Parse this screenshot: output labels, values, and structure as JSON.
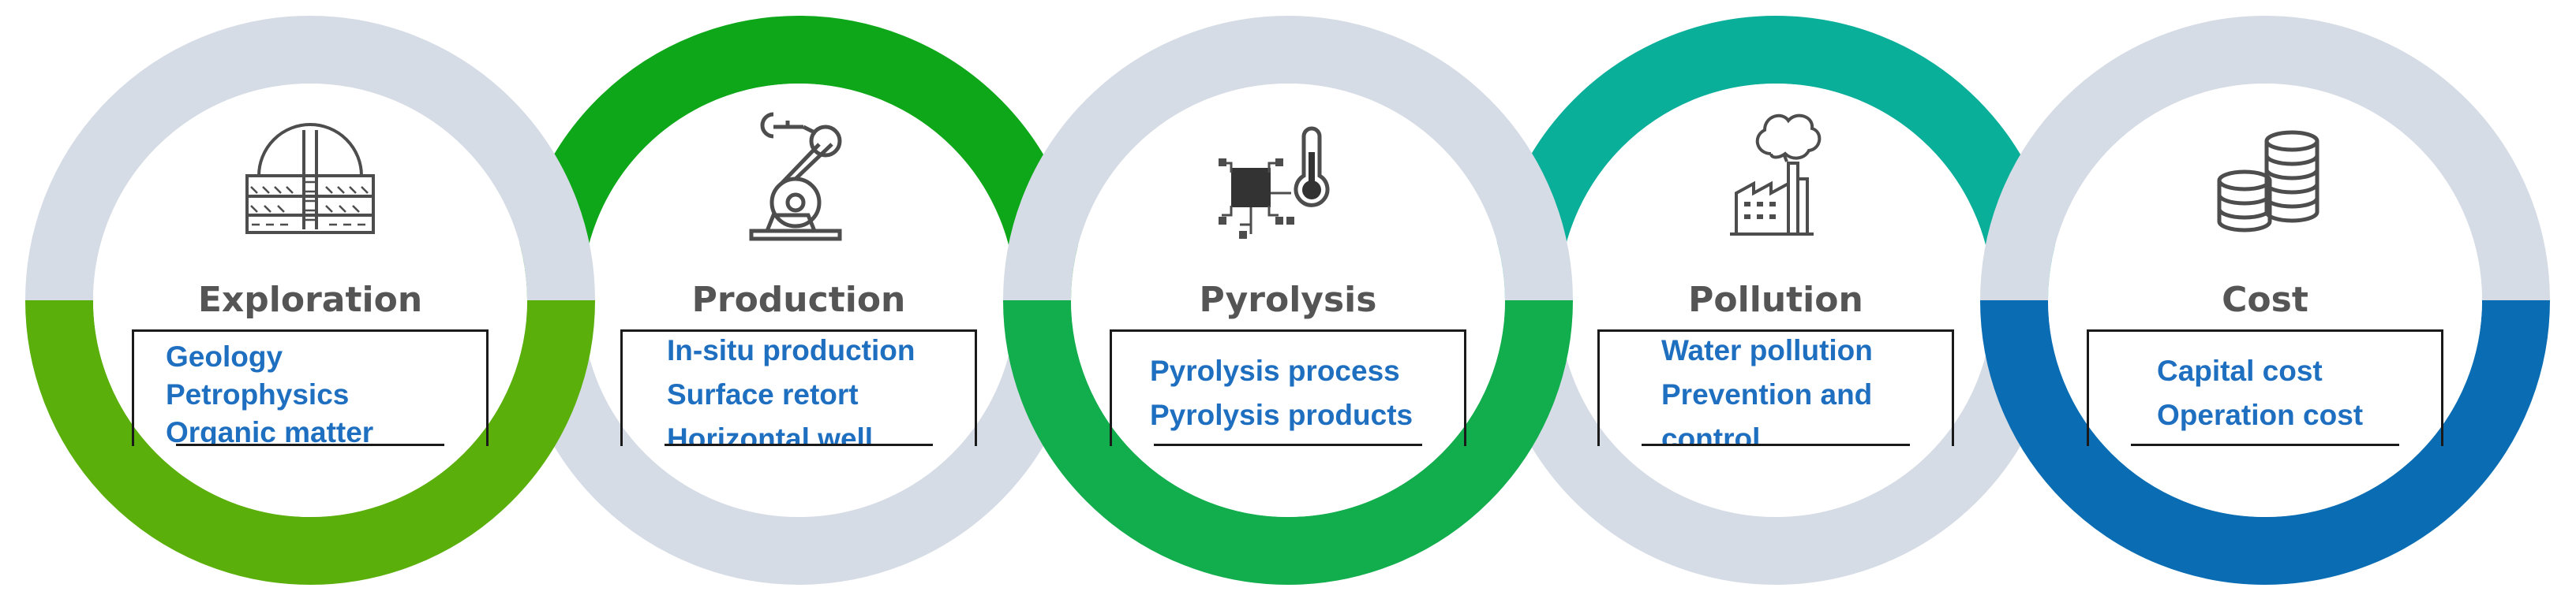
{
  "stages": [
    {
      "title": "Exploration",
      "items": [
        "Geology",
        "Petrophysics",
        "Organic matter"
      ],
      "icon": "oil-reservoir-icon",
      "top_color": "#d6dce6",
      "bottom_color": "#5aaf0b"
    },
    {
      "title": "Production",
      "items": [
        "In-situ production",
        "Surface retort",
        "Horizontal well"
      ],
      "icon": "robotic-arm-icon",
      "top_color": "#0ea71a",
      "bottom_color": "#d6dce6"
    },
    {
      "title": "Pyrolysis",
      "items": [
        "Pyrolysis process",
        "Pyrolysis products"
      ],
      "icon": "thermometer-chip-icon",
      "top_color": "#d6dce6",
      "bottom_color": "#12ad4c"
    },
    {
      "title": "Pollution",
      "items": [
        "Water pollution",
        "Prevention and",
        "control"
      ],
      "icon": "factory-smoke-icon",
      "top_color": "#0aaf9a",
      "bottom_color": "#d6dce6"
    },
    {
      "title": "Cost",
      "items": [
        "Capital cost",
        "Operation cost"
      ],
      "icon": "coin-stack-icon",
      "top_color": "#d6dce6",
      "bottom_color": "#0a6db3"
    }
  ]
}
